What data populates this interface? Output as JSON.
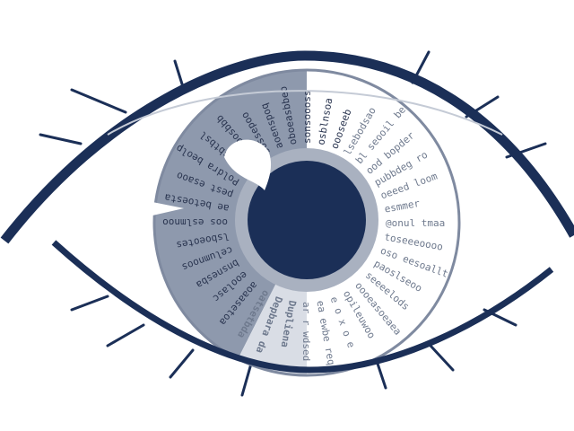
{
  "colors": {
    "navy": "#1b2f57",
    "gray": "#8e99ad",
    "light_gray": "#c5cbd6",
    "ring": "#a9b1c0",
    "text_dark": "#2a3550",
    "text_light": "#6f7a8e"
  },
  "iris_text": [
    "Dupliena",
    "Depbara da",
    "oatsetbda",
    "aoaasetoa",
    "eoolasc",
    "bnsnesba",
    "celumnoos",
    "lsboeotes",
    "oos eslmnoo",
    "ae betoesta",
    "pest esaoo",
    "Poldra beolps",
    "Pod sbtbsl",
    "ooneoosbbb",
    "sossepoo",
    "aoenspoq",
    "oboeasbbeo",
    "sonsoooss",
    "osblnsoa",
    "oooseeb",
    "lsebodsao",
    "bl seooil ber",
    "ood bopder",
    "pubbdeg ro",
    "oeeed loom",
    "esmmer",
    "@onul tmaa",
    "toseeeoooo",
    "oso eesoallt",
    "paoslseoo",
    "seeeelods",
    "oooeasoeaea",
    "opileuwoo",
    "e o x o e",
    "ea ewbe req",
    "ar r wdsed"
  ]
}
